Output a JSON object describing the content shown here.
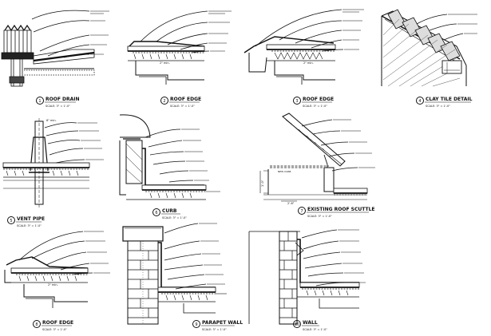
{
  "panels": [
    {
      "id": "1",
      "title": "ROOF DRAIN",
      "scale": "SCALE: 3\" = 1'-0\""
    },
    {
      "id": "2",
      "title": "ROOF EDGE",
      "scale": "SCALE: 3\" = 1'-0\""
    },
    {
      "id": "3",
      "title": "ROOF EDGE",
      "scale": "SCALE: 3\" = 1'-0\""
    },
    {
      "id": "4",
      "title": "CLAY TILE DETAIL",
      "scale": "SCALE: 3\" = 1'-0\""
    },
    {
      "id": "5",
      "title": "VENT PIPE",
      "scale": "SCALE: 3\" = 1'-0\""
    },
    {
      "id": "6",
      "title": "CURB",
      "scale": "SCALE: 3\" = 1'-0\""
    },
    {
      "id": "7",
      "title": "EXISTING ROOF SCUTTLE",
      "scale": "SCALE: 3\" = 1'-0\""
    },
    {
      "id": "8",
      "title": "ROOF EDGE",
      "scale": "SCALE: 3\" = 1'-0\""
    },
    {
      "id": "9",
      "title": "PARAPET WALL",
      "scale": "SCALE: 3\" = 1'-0\""
    },
    {
      "id": "10",
      "title": "WALL",
      "scale": "SCALE: 3\" = 1'-0\""
    }
  ],
  "colors": {
    "ink": "#111111",
    "hatch": "#555555"
  }
}
